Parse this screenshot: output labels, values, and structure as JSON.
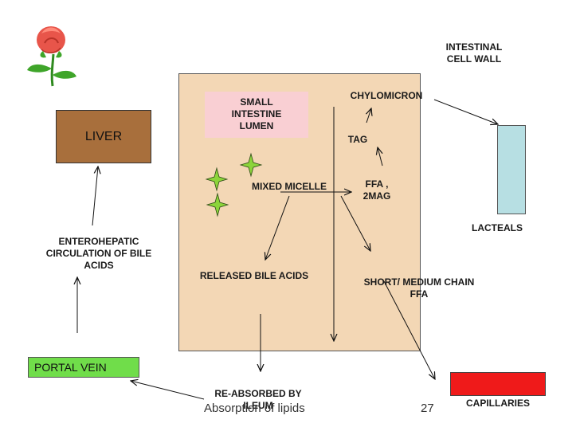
{
  "labels": {
    "intestinal_cell_wall": "INTESTINAL\nCELL WALL",
    "small_intestine_lumen": "SMALL\nINTESTINE\nLUMEN",
    "chylomicron": "CHYLOMICRON",
    "tag": "TAG",
    "ffa_2mag": "FFA ,\n2MAG",
    "mixed_micelle": "MIXED MICELLE",
    "liver": "LIVER",
    "lacteals": "LACTEALS",
    "enterohepatic": "ENTEROHEPATIC\nCIRCULATION OF BILE\nACIDS",
    "released_bile_acids": "RELEASED BILE ACIDS",
    "short_medium_chain_ffa": "SHORT/ MEDIUM CHAIN\nFFA",
    "portal_vein": "PORTAL VEIN",
    "reabsorbed_by_ileum": "RE-ABSORBED BY\nILEUM",
    "capillaries": "CAPILLARIES"
  },
  "footer": {
    "title": "Absorption of lipids",
    "page_number": "27"
  },
  "colors": {
    "cell_wall": "#f3d7b5",
    "lumen": "#f9cfd3",
    "liver": "#a86f3c",
    "lacteal": "#b7dfe3",
    "portal_vein": "#70dd4a",
    "capillaries": "#ef1a1a",
    "star": "#8cd43a"
  },
  "icons": [
    "rose-icon",
    "star-icon"
  ]
}
